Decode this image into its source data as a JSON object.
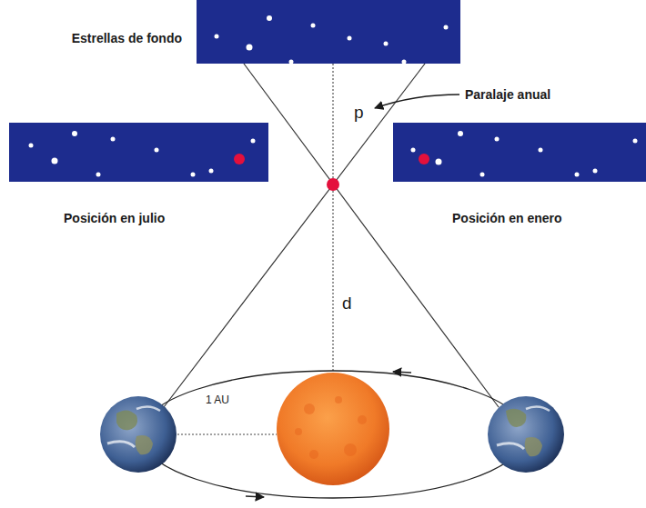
{
  "diagram": {
    "nodes": [
      {
        "text": [
          "Estrellas de fondo"
        ]
      },
      {
        "text": [
          "Posición en julio"
        ]
      },
      {
        "text": [
          "Posición en enero"
        ]
      }
    ],
    "labels": [
      "p",
      "Paralaje anual",
      "d",
      "1 AU"
    ]
  }
}
